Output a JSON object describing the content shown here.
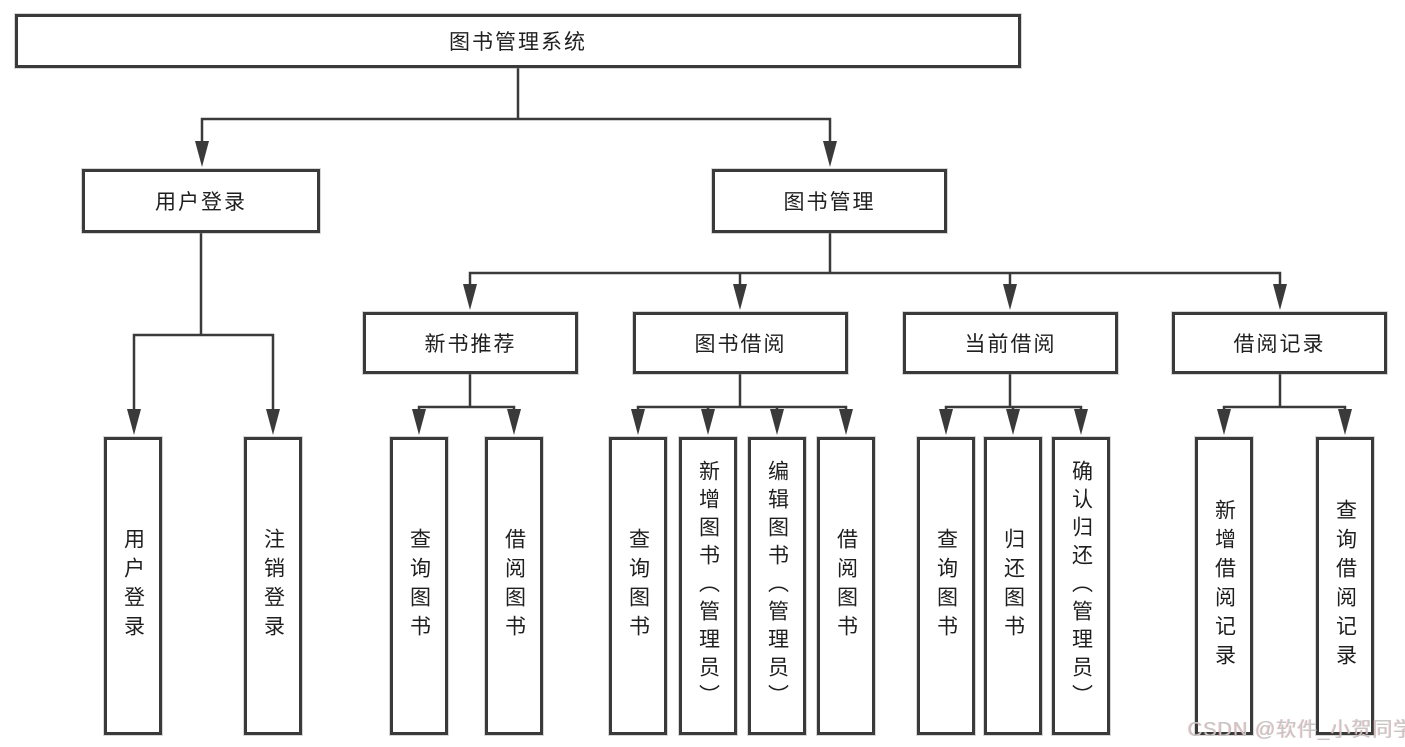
{
  "diagram": {
    "root": "图书管理系统",
    "level2": [
      "用户登录",
      "图书管理"
    ],
    "level3": [
      "新书推荐",
      "图书借阅",
      "当前借阅",
      "借阅记录"
    ],
    "leaves": [
      "用户登录",
      "注销登录",
      "查询图书",
      "借阅图书",
      "查询图书",
      "新增图书（管理员）",
      "编辑图书（管理员）",
      "借阅图书",
      "查询图书",
      "归还图书",
      "确认归还（管理员）",
      "新增借阅记录",
      "查询借阅记录"
    ]
  },
  "watermark": "CSDN @软件_小贺同学",
  "colors": {
    "line": "#3a3a3a",
    "text": "#1f1f1f",
    "background": "#ffffff",
    "watermark": "#c6c6c6"
  }
}
